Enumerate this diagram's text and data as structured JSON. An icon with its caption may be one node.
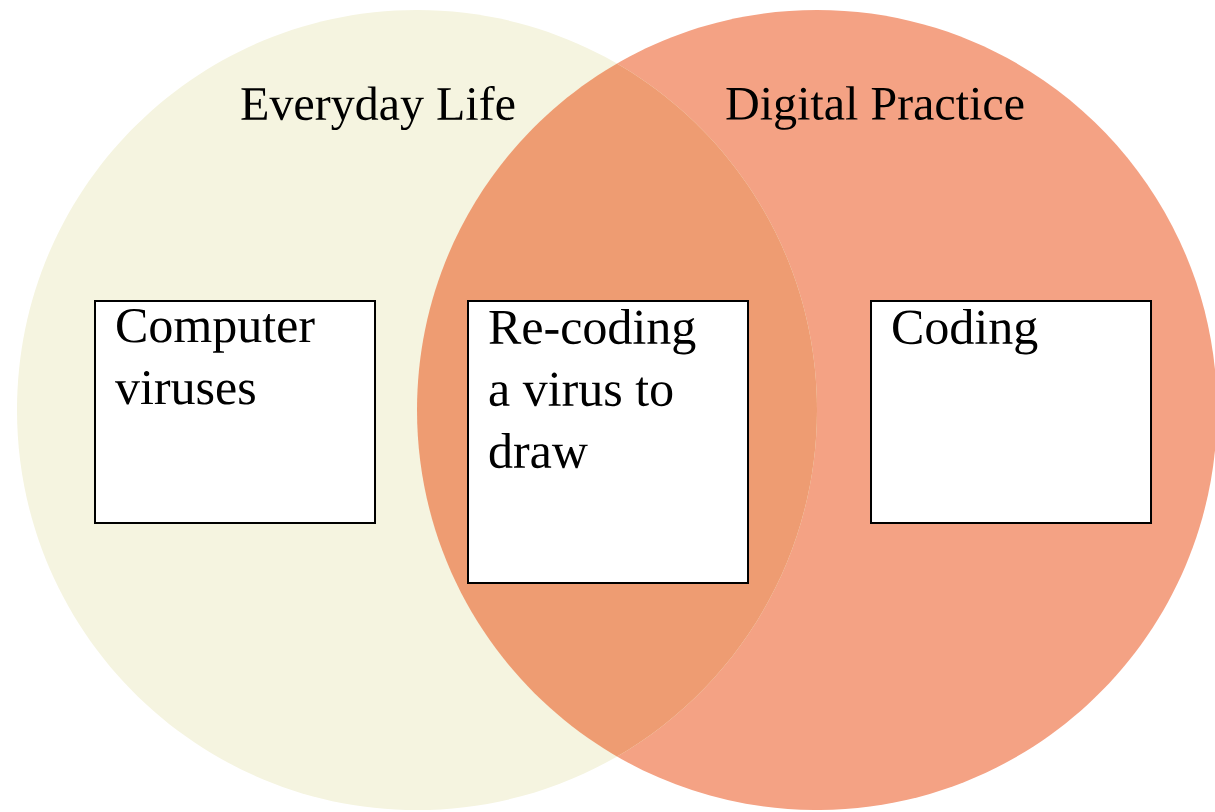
{
  "diagram": {
    "nodes": [
      {
        "text": [
          "Everyday Life"
        ]
      },
      {
        "text": [
          "Digital Practice"
        ]
      },
      {
        "text": [
          "Computer viruses"
        ],
        "in": 0
      },
      {
        "text": [
          "Re-coding a virus to draw"
        ]
      },
      {
        "text": [
          "Coding"
        ],
        "in": 1
      }
    ]
  }
}
